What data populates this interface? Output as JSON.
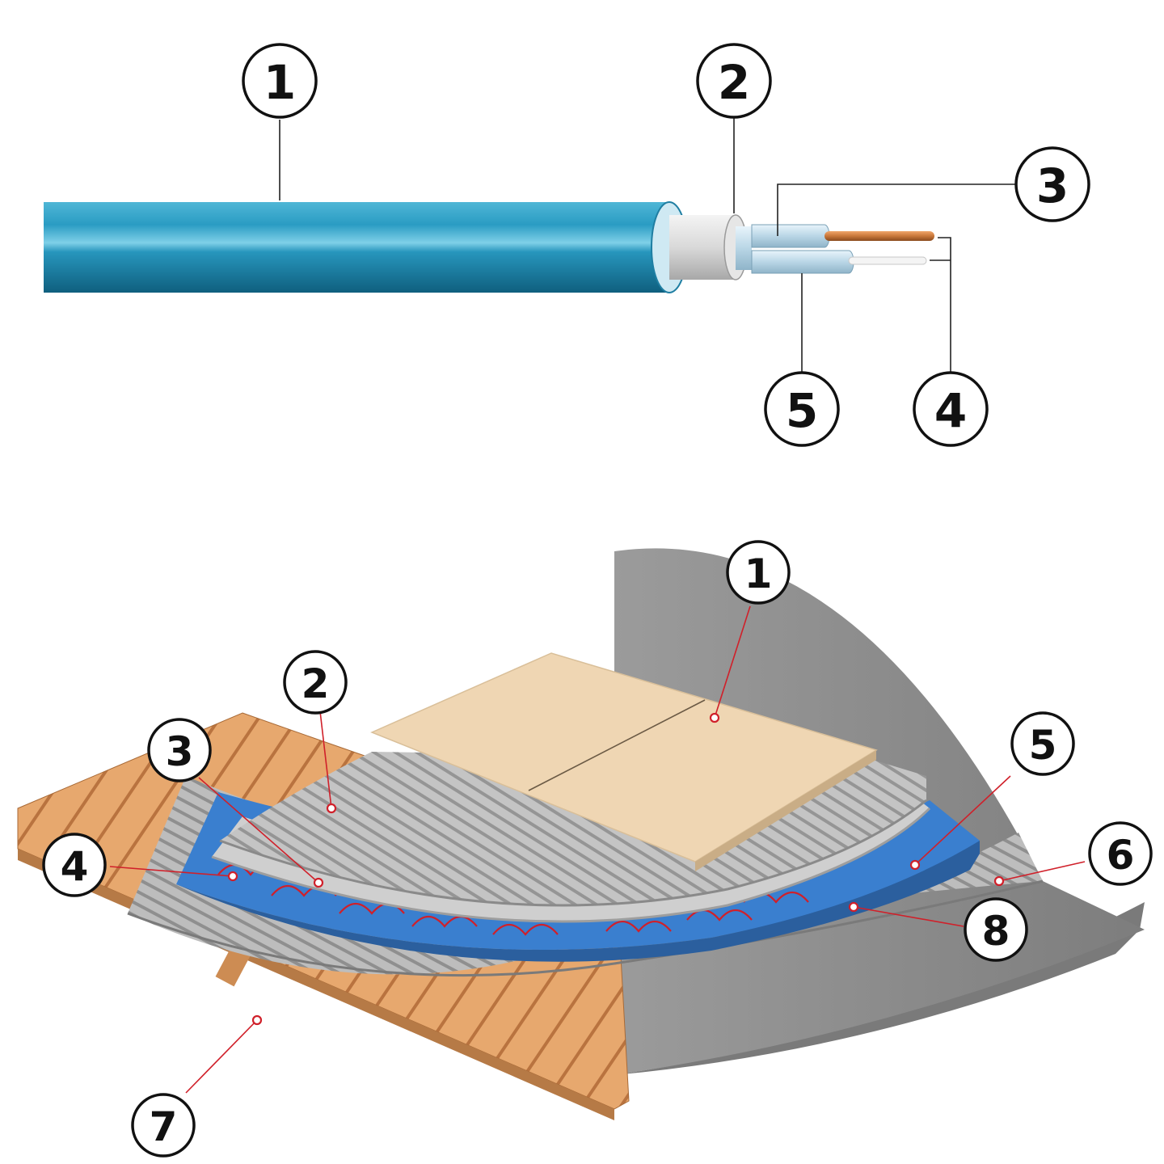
{
  "cable": {
    "callouts": [
      {
        "id": "1",
        "label": "1"
      },
      {
        "id": "2",
        "label": "2"
      },
      {
        "id": "3",
        "label": "3"
      },
      {
        "id": "4",
        "label": "4"
      },
      {
        "id": "5",
        "label": "5"
      }
    ]
  },
  "floor": {
    "callouts": [
      {
        "id": "1",
        "label": "1"
      },
      {
        "id": "2",
        "label": "2"
      },
      {
        "id": "3",
        "label": "3"
      },
      {
        "id": "4",
        "label": "4"
      },
      {
        "id": "5",
        "label": "5"
      },
      {
        "id": "6",
        "label": "6"
      },
      {
        "id": "7",
        "label": "7"
      },
      {
        "id": "8",
        "label": "8"
      }
    ]
  },
  "colors": {
    "cable_jacket": "#1f8fb5",
    "copper": "#c8773a",
    "tile": "#efd6b3",
    "insulation_blue": "#3a78c4",
    "heating_wire": "#d0202a",
    "wood": "#e0a066",
    "concrete": "#8e8e8e",
    "leader_red": "#d0202a"
  }
}
